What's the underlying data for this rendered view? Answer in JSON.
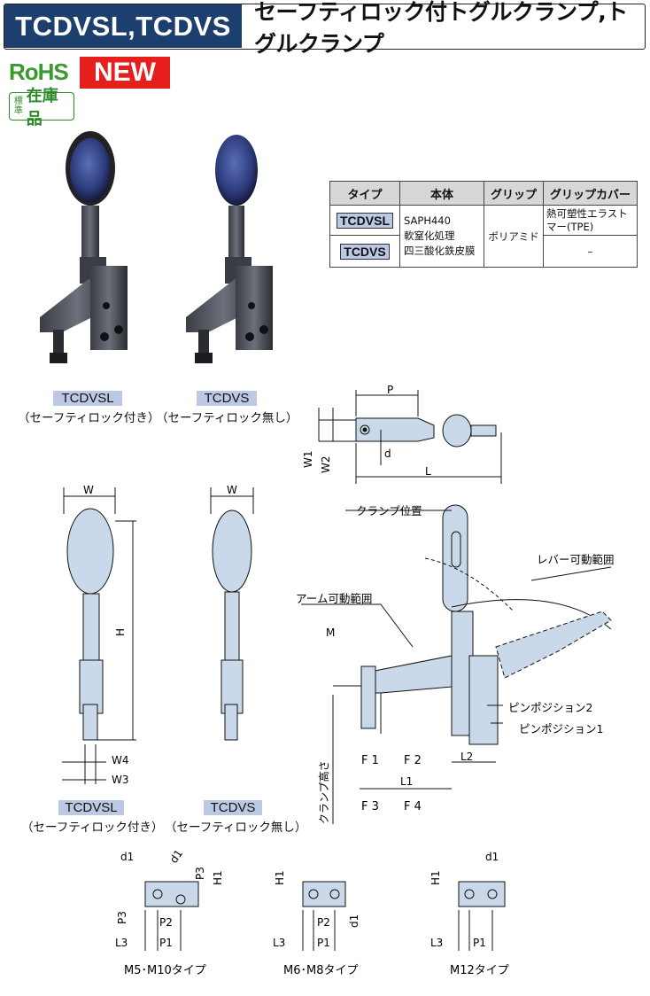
{
  "header": {
    "model": "TCDVSL,TCDVS",
    "title": "セーフティロック付トグルクランプ,トグルクランプ"
  },
  "badges": {
    "rohs": "RoHS",
    "new": "NEW",
    "stock_small": "標準",
    "stock_big": "在庫品"
  },
  "spec_table": {
    "headers": [
      "タイプ",
      "本体",
      "グリップ",
      "グリップカバー"
    ],
    "types": [
      "TCDVSL",
      "TCDVS"
    ],
    "body": [
      "SAPH440",
      "軟窒化処理",
      "四三酸化鉄皮膜"
    ],
    "grip": "ポリアミド",
    "cover_tcdvsl": "熱可塑性エラストマー(TPE)",
    "cover_tcdvs": "–"
  },
  "product_captions": {
    "left_model": "TCDVSL",
    "left_sub": "（セーフティロック付き）",
    "right_model": "TCDVS",
    "right_sub": "（セーフティロック無し）"
  },
  "front_captions": {
    "left_model": "TCDVSL",
    "left_sub": "（セーフティロック付き）",
    "right_model": "TCDVS",
    "right_sub": "（セーフティロック無し）"
  },
  "dims": {
    "W": "W",
    "H": "H",
    "W3": "W3",
    "W4": "W4",
    "P": "P",
    "L": "L",
    "d": "d",
    "W1": "W1",
    "W2": "W2",
    "M": "M",
    "L1": "L1",
    "L2": "L2",
    "F1": "F 1",
    "F2": "F 2",
    "F3": "F 3",
    "F4": "F 4",
    "clamp_height": "クランプ高さ",
    "clamp_pos": "クランプ位置",
    "lever_range": "レバー可動範囲",
    "arm_range": "アーム可動範囲",
    "pin2": "ピンポジション2",
    "pin1": "ピンポジション1",
    "d1": "d1",
    "P1": "P1",
    "P2": "P2",
    "P3": "P3",
    "H1": "H1",
    "L3": "L3"
  },
  "base_types": {
    "t1": "M5･M10タイプ",
    "t2": "M6･M8タイプ",
    "t3": "M12タイプ"
  },
  "colors": {
    "header_bg": "#1c3f6e",
    "new_bg": "#e61e1e",
    "rohs_green": "#3a9a2e",
    "part_fill": "#c9d9ea",
    "badge_blue": "#bcc9e4"
  }
}
